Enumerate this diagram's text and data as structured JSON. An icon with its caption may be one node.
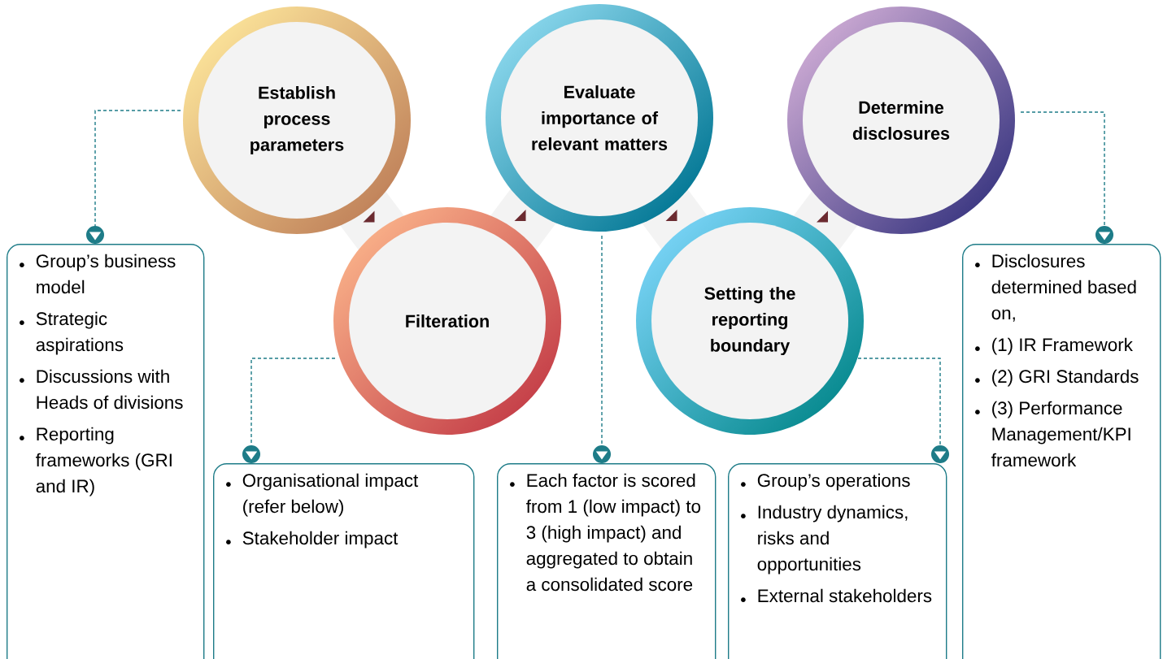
{
  "diagram": {
    "nodes": [
      {
        "text": [
          "Establish process parameters"
        ]
      },
      {
        "text": [
          "Filteration"
        ]
      },
      {
        "text": [
          "Evaluate importance of relevant matters"
        ]
      },
      {
        "text": [
          "Setting the reporting boundary"
        ]
      },
      {
        "text": [
          "Determine disclosures"
        ]
      },
      {
        "text": [
          "Group’s business model",
          "Strategic aspirations",
          "Discussions with Heads of divisions",
          "Reporting frameworks (GRI and IR)"
        ]
      },
      {
        "text": [
          "Organisational impact (refer below)",
          "Stakeholder impact"
        ]
      },
      {
        "text": [
          "Each factor is scored from 1 (low impact) to 3 (high impact) and aggregated to obtain a consolidated score"
        ]
      },
      {
        "text": [
          "Group’s operations",
          "Industry dynamics, risks and opportunities",
          "External stakeholders"
        ]
      },
      {
        "text": [
          "Disclosures determined based on,",
          "(1) IR Framework",
          "(2) GRI Standards",
          "(3) Performance Management/KPI framework"
        ]
      }
    ],
    "edges": [
      {
        "from": 0,
        "to": 5,
        "arrow": "to",
        "style": "dashed"
      },
      {
        "from": 1,
        "to": 6,
        "arrow": "to",
        "style": "dashed"
      },
      {
        "from": 2,
        "to": 7,
        "arrow": "to",
        "style": "dashed"
      },
      {
        "from": 3,
        "to": 8,
        "arrow": "to",
        "style": "dashed"
      },
      {
        "from": 4,
        "to": 9,
        "arrow": "to",
        "style": "dashed"
      }
    ]
  }
}
